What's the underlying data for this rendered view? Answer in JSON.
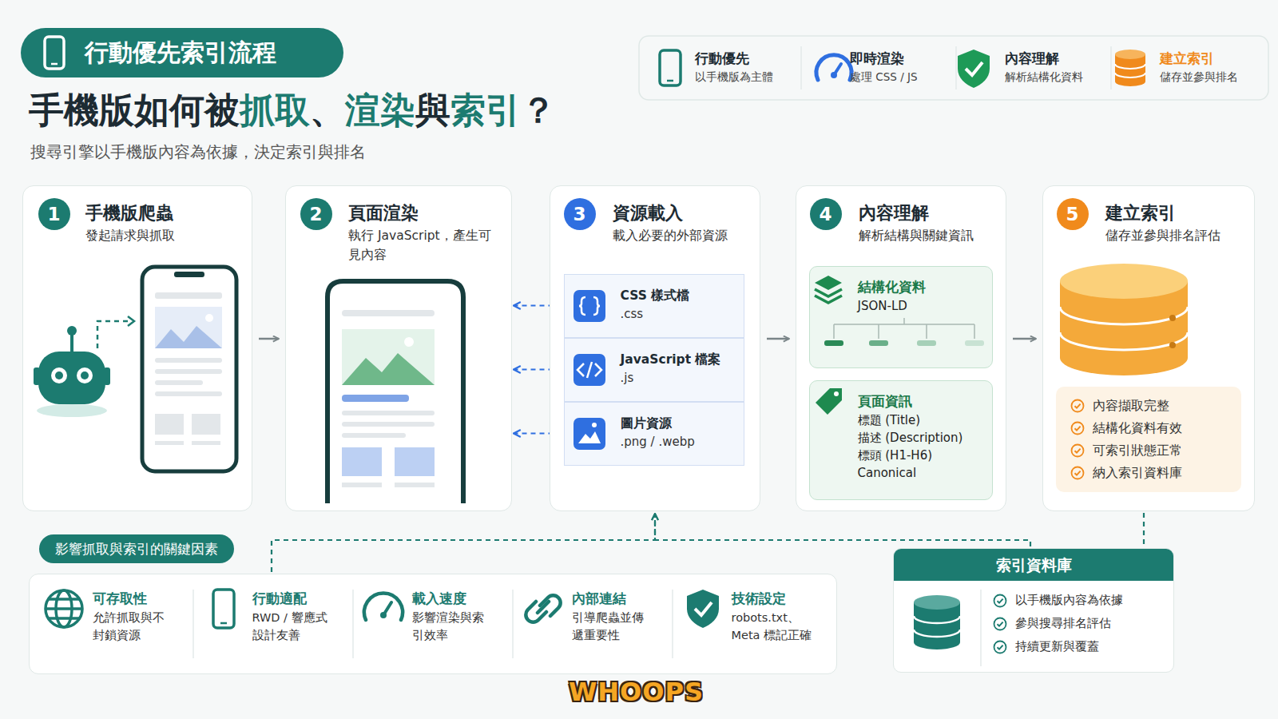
{
  "diagram": {
    "title": "手機版如何被抓取、渲染與索引？",
    "caption": "搜尋引擎以手機版內容為依據，決定索引與排名",
    "nodes": [
      {
        "text": [
          "行動優先索引流程"
        ]
      },
      {
        "text": [
          "行動優先",
          "以手機版為主體"
        ]
      },
      {
        "text": [
          "即時渲染",
          "處理 CSS / JS"
        ]
      },
      {
        "text": [
          "內容理解",
          "解析結構化資料"
        ]
      },
      {
        "text": [
          "建立索引",
          "儲存並參與排名"
        ]
      },
      {
        "text": [
          "手機版爬蟲",
          "發起請求與抓取"
        ]
      },
      {
        "text": [
          "1"
        ],
        "in": 5
      },
      {
        "text": [
          "頁面渲染",
          "執行 JavaScript，產生可見內容"
        ]
      },
      {
        "text": [
          "2"
        ],
        "in": 7
      },
      {
        "text": [
          "資源載入",
          "載入必要的外部資源"
        ]
      },
      {
        "text": [
          "3"
        ],
        "in": 9
      },
      {
        "text": [
          "CSS 樣式檔",
          ".css"
        ],
        "in": 9
      },
      {
        "text": [
          "JavaScript 檔案",
          ".js"
        ],
        "in": 9
      },
      {
        "text": [
          "圖片資源",
          ".png / .webp"
        ],
        "in": 9
      },
      {
        "text": [
          "內容理解",
          "解析結構與關鍵資訊"
        ]
      },
      {
        "text": [
          "4"
        ],
        "in": 14
      },
      {
        "text": [
          "結構化資料",
          "JSON-LD"
        ],
        "in": 14
      },
      {
        "text": [
          "頁面資訊",
          "標題 (Title)",
          "描述 (Description)",
          "標頭 (H1-H6)",
          "Canonical"
        ],
        "in": 14
      },
      {
        "text": [
          "建立索引",
          "儲存並參與排名評估"
        ]
      },
      {
        "text": [
          "5"
        ],
        "in": 18
      },
      {
        "text": [
          "內容擷取完整",
          "結構化資料有效",
          "可索引狀態正常",
          "納入索引資料庫"
        ],
        "in": 18
      },
      {
        "text": [
          "影響抓取與索引的關鍵因素"
        ]
      },
      {
        "text": [
          "可存取性",
          "允許抓取與不封鎖資源"
        ],
        "in": 21
      },
      {
        "text": [
          "行動適配",
          "RWD / 響應式設計友善"
        ],
        "in": 21
      },
      {
        "text": [
          "載入速度",
          "影響渲染與索引效率"
        ],
        "in": 21
      },
      {
        "text": [
          "內部連結",
          "引導爬蟲並傳遞重要性"
        ],
        "in": 21
      },
      {
        "text": [
          "技術設定",
          "robots.txt、Meta 標記正確"
        ],
        "in": 21
      },
      {
        "text": [
          "索引資料庫",
          "以手機版內容為依據",
          "參與搜尋排名評估",
          "持續更新與覆蓋"
        ]
      }
    ],
    "edges": [
      {
        "from": 5,
        "to": 7,
        "arrow": "to"
      },
      {
        "from": 11,
        "to": 7,
        "arrow": "to"
      },
      {
        "from": 12,
        "to": 7,
        "arrow": "to"
      },
      {
        "from": 13,
        "to": 7,
        "arrow": "to"
      },
      {
        "from": 9,
        "to": 14,
        "arrow": "to"
      },
      {
        "from": 14,
        "to": 18,
        "arrow": "to"
      },
      {
        "from": 18,
        "to": 27,
        "arrow": "none"
      },
      {
        "from": 21,
        "to": 9,
        "arrow": "to"
      },
      {
        "from": 27,
        "to": 9,
        "arrow": "to"
      }
    ],
    "labels": [
      "WHOOPS"
    ]
  }
}
